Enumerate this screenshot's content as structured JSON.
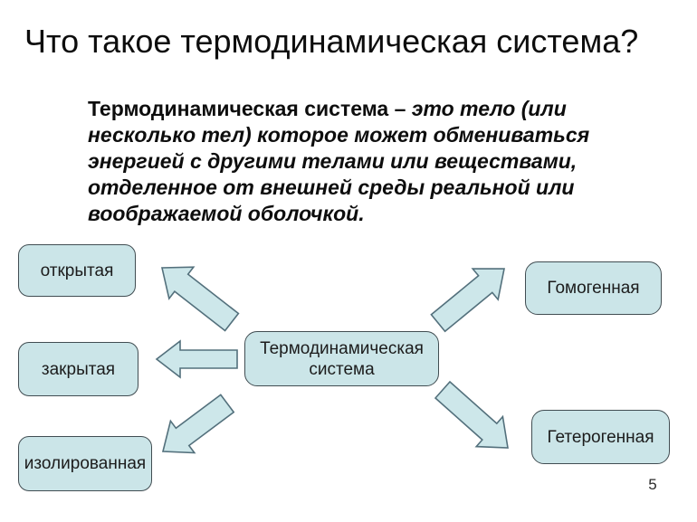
{
  "slide": {
    "title": "Что такое термодинамическая система?",
    "definition": {
      "term": "Термодинамическая система – ",
      "line1_rest": "это тело (или",
      "rest_lines": [
        "несколько тел) которое может обмениваться",
        "энергией с другими телами или веществами,",
        "отделенное от внешней среды реальной или",
        "воображаемой оболочкой."
      ]
    },
    "diagram": {
      "center_node": "Термодинамическая система",
      "left_nodes": [
        {
          "label": "открытая"
        },
        {
          "label": "закрытая"
        },
        {
          "label": "изолированная"
        }
      ],
      "right_nodes": [
        {
          "label": "Гомогенная"
        },
        {
          "label": "Гетерогенная"
        }
      ],
      "colors": {
        "node_fill": "#cbe5e8",
        "node_border": "#414d52",
        "arrow_fill": "#cde7ea",
        "arrow_stroke": "#53707c"
      }
    },
    "page_number": "5"
  }
}
